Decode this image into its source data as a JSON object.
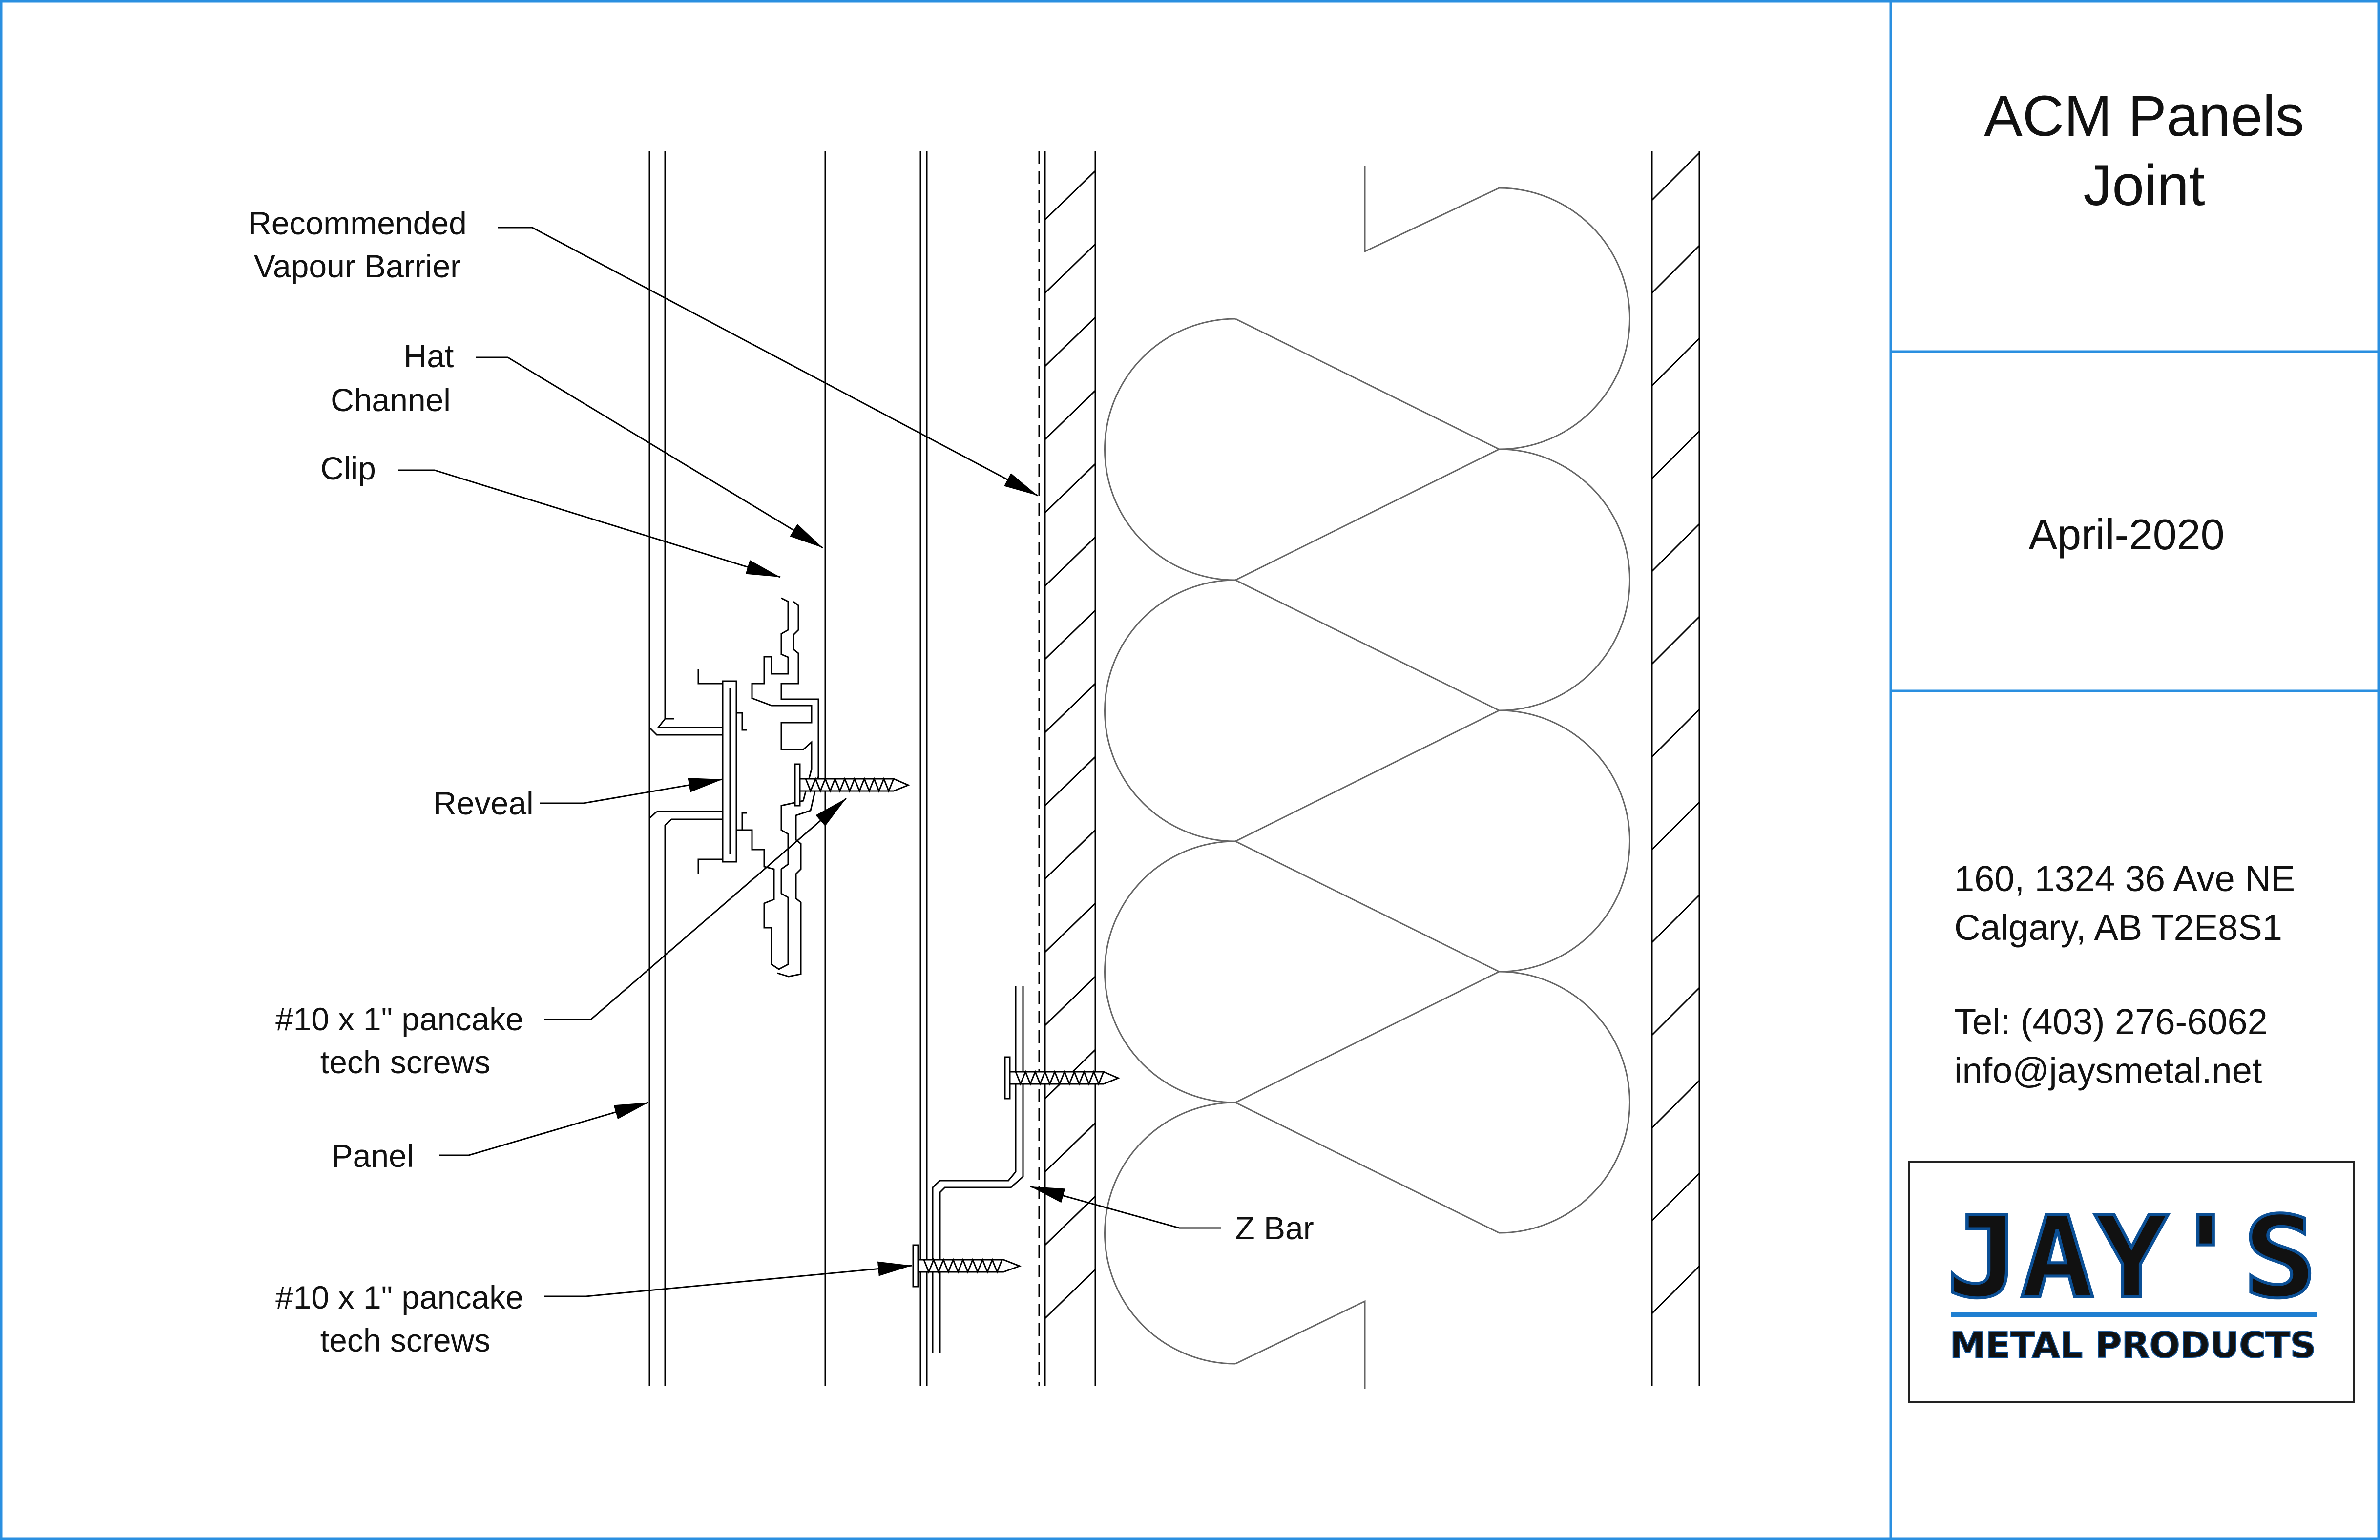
{
  "title_block": {
    "title_line1": "ACM Panels",
    "title_line2": "Joint",
    "date": "April-2020",
    "address_line1": "160, 1324 36 Ave NE",
    "address_line2": "Calgary, AB T2E8S1",
    "phone": "Tel: (403) 276-6062",
    "email": "info@jaysmetal.net",
    "logo": {
      "brand": "JAY'S",
      "subtitle": "METAL PRODUCTS",
      "color": "#1f7fd1"
    },
    "border_color": "#2a8fe0"
  },
  "callouts": {
    "vapour_barrier_line1": "Recommended",
    "vapour_barrier_line2": "Vapour Barrier",
    "hat_channel_line1": "Hat",
    "hat_channel_line2": "Channel",
    "clip": "Clip",
    "reveal": "Reveal",
    "screws_upper_line1": "#10 x 1\" pancake",
    "screws_upper_line2": "tech screws",
    "panel": "Panel",
    "screws_lower_line1": "#10 x 1\" pancake",
    "screws_lower_line2": "tech screws",
    "z_bar": "Z Bar"
  }
}
